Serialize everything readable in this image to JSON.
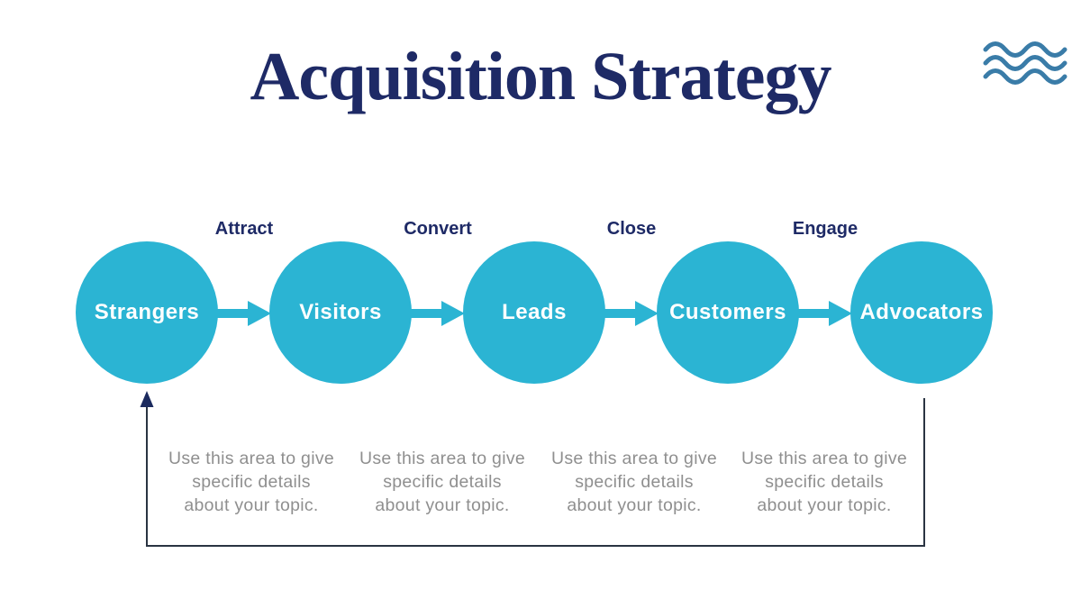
{
  "title": "Acquisition Strategy",
  "brand": {
    "icon": "three wavy water lines"
  },
  "colors": {
    "stage_teal": "#2BB4D3",
    "navy_text": "#1E2A66",
    "waves_blue": "#3A7CA8",
    "note_gray": "#8F8F8F",
    "loop_line": "#2A3442"
  },
  "funnel": {
    "stages": [
      {
        "label": "Strangers"
      },
      {
        "label": "Visitors"
      },
      {
        "label": "Leads"
      },
      {
        "label": "Customers"
      },
      {
        "label": "Advocators"
      }
    ],
    "transitions": [
      {
        "label": "Attract"
      },
      {
        "label": "Convert"
      },
      {
        "label": "Close"
      },
      {
        "label": "Engage"
      }
    ]
  },
  "notes": [
    {
      "lines": [
        "Use this area to give",
        "specific details",
        "about your topic."
      ]
    },
    {
      "lines": [
        "Use this area to give",
        "specific details",
        "about your topic."
      ]
    },
    {
      "lines": [
        "Use this area to give",
        "specific details",
        "about your topic."
      ]
    },
    {
      "lines": [
        "Use this area to give",
        "specific details",
        "about your topic."
      ]
    }
  ]
}
